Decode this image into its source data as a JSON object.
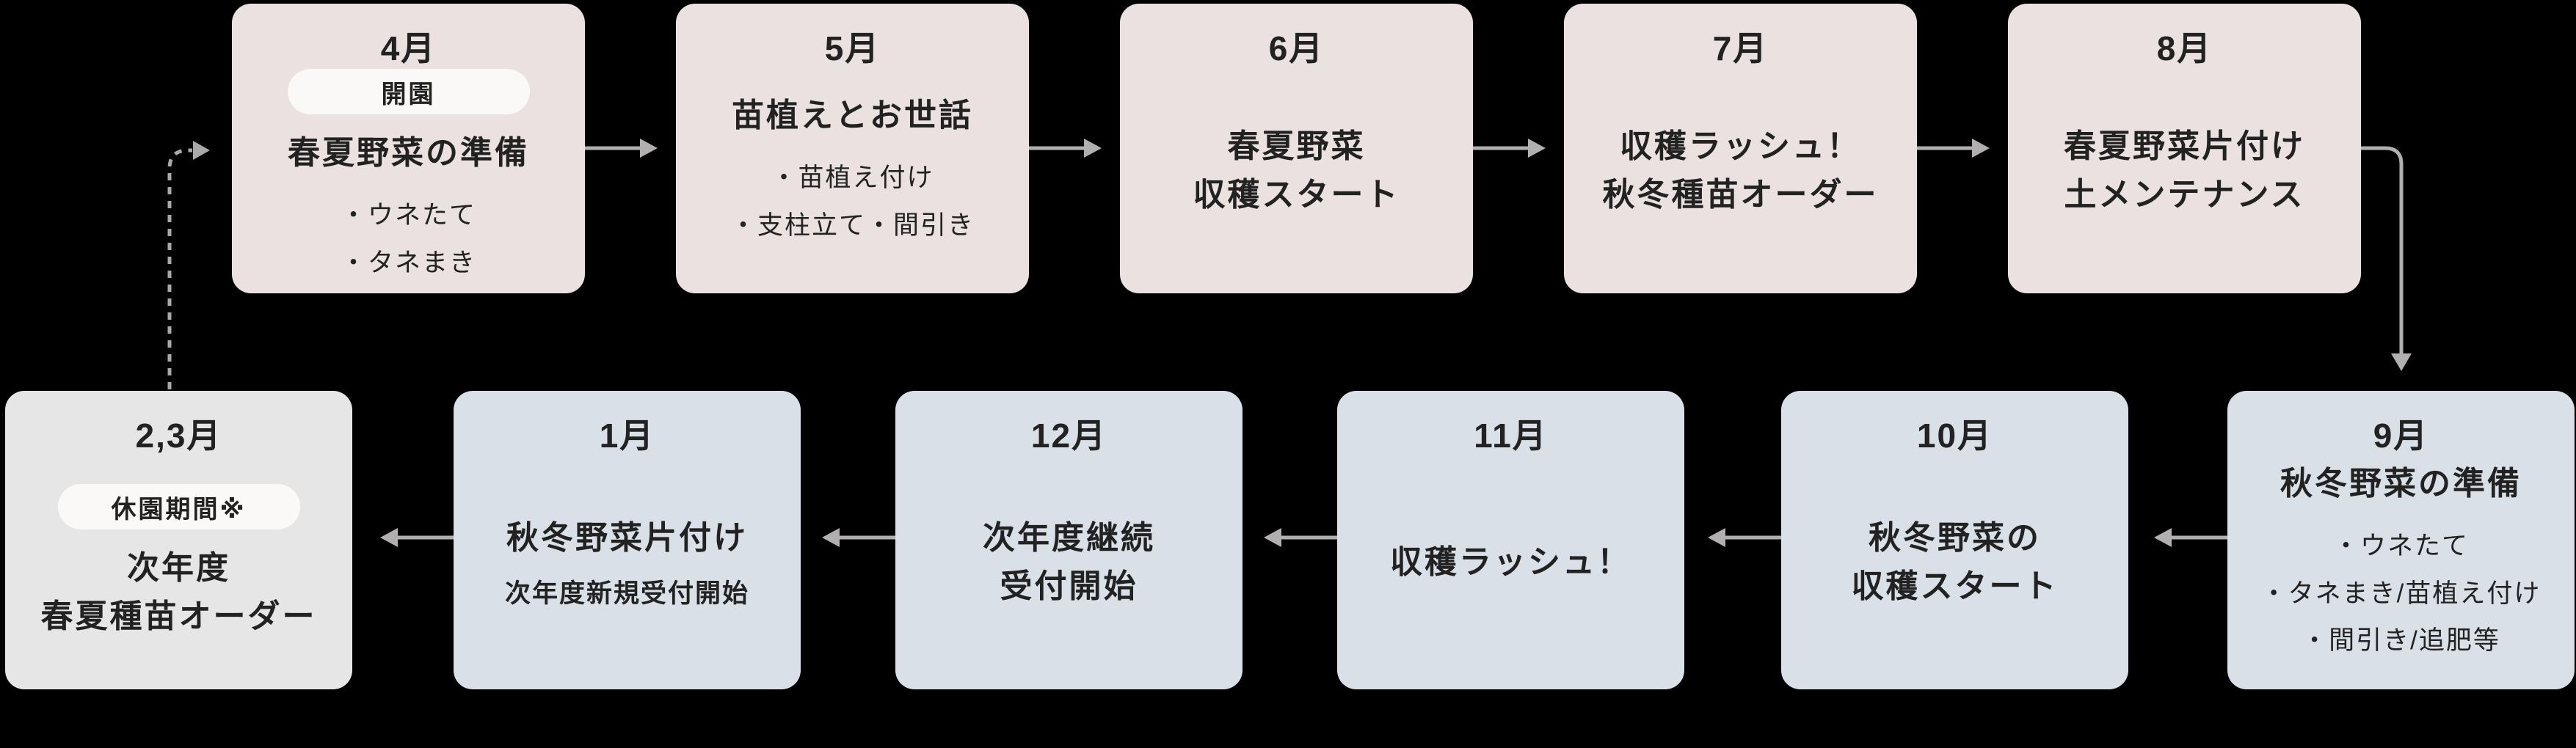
{
  "colors": {
    "background": "#000000",
    "card_pink": "#ece1e1",
    "card_blue": "#d9e0e7",
    "card_gray": "#e7e6e6",
    "badge_bg": "#faf9f8",
    "text": "#222222",
    "arrow": "#b1afaf",
    "arrow_dashed": "#a9a9a9"
  },
  "boxes": [
    {
      "month": "4月",
      "badge": "開園",
      "titles": [
        "春夏野菜の準備"
      ],
      "bullets": [
        "・ウネたて",
        "・タネまき"
      ]
    },
    {
      "month": "5月",
      "titles": [
        "苗植えとお世話"
      ],
      "bullets": [
        "・苗植え付け",
        "・支柱立て・間引き"
      ]
    },
    {
      "month": "6月",
      "titles": [
        "春夏野菜",
        "収穫スタート"
      ]
    },
    {
      "month": "7月",
      "titles": [
        "収穫ラッシュ！",
        "秋冬種苗オーダー"
      ]
    },
    {
      "month": "8月",
      "titles": [
        "春夏野菜片付け",
        "土メンテナンス"
      ]
    },
    {
      "month": "9月",
      "titles": [
        "秋冬野菜の準備"
      ],
      "bullets": [
        "・ウネたて",
        "・タネまき/苗植え付け",
        "・間引き/追肥等"
      ]
    },
    {
      "month": "10月",
      "titles": [
        "秋冬野菜の",
        "収穫スタート"
      ]
    },
    {
      "month": "11月",
      "titles": [
        "収穫ラッシュ！"
      ]
    },
    {
      "month": "12月",
      "titles": [
        "次年度継続",
        "受付開始"
      ]
    },
    {
      "month": "1月",
      "titles": [
        "秋冬野菜片付け"
      ],
      "subtitle": "次年度新規受付開始"
    },
    {
      "month": "2,3月",
      "badge": "休園期間※",
      "titles": [
        "次年度",
        "春夏種苗オーダー"
      ]
    }
  ]
}
